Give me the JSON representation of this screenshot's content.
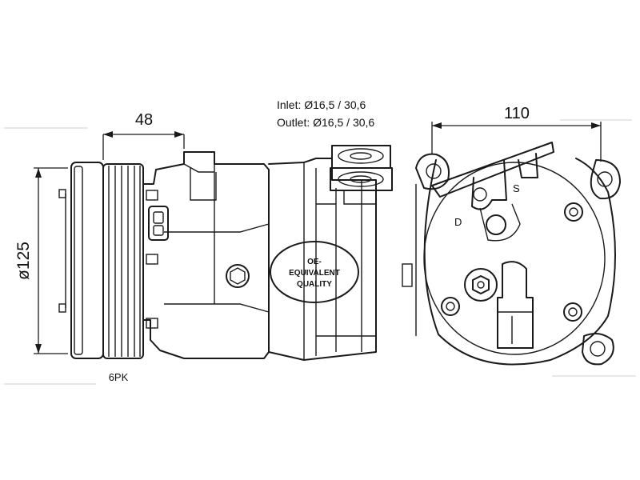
{
  "dimensions": {
    "pulley_width": "48",
    "pulley_diameter": "ø125",
    "body_width": "110",
    "belt_type": "6PK"
  },
  "ports": {
    "inlet": "Inlet: Ø16,5 / 30,6",
    "outlet": "Outlet: Ø16,5 / 30,6"
  },
  "quality_seal": {
    "line1": "OE-",
    "line2": "EQUIVALENT",
    "line3": "QUALITY"
  },
  "port_marks": {
    "discharge": "D",
    "suction": "S"
  },
  "colors": {
    "line": "#1a1a1a",
    "background": "#ffffff"
  }
}
